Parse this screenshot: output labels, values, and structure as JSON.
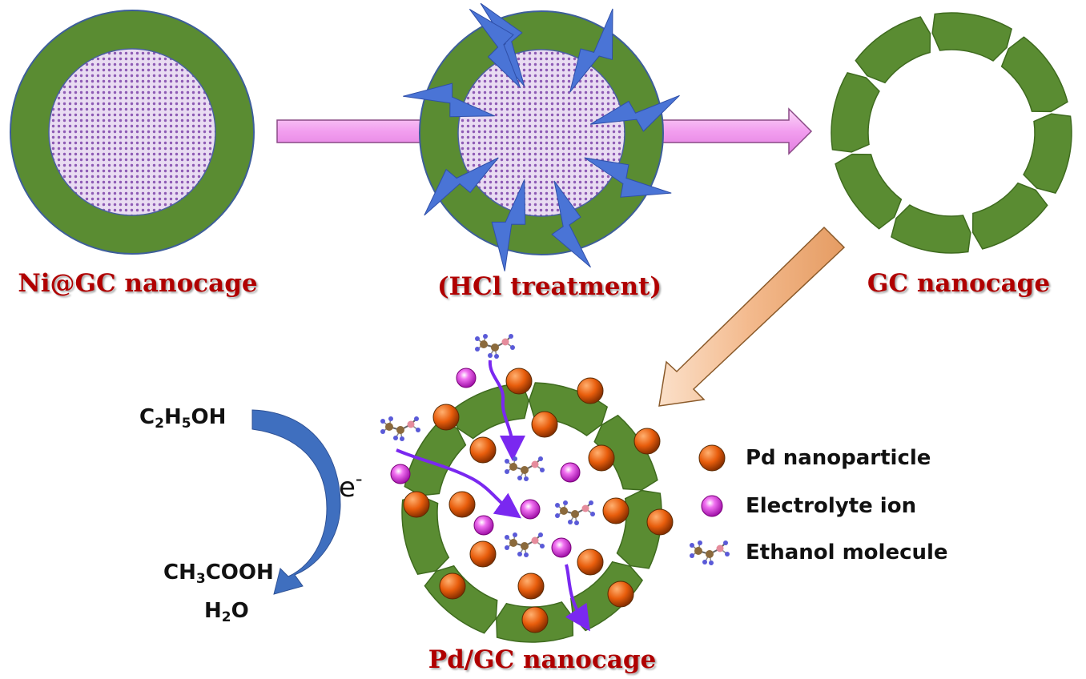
{
  "titles": {
    "step1": "Ni@GC nanocage",
    "step2": "(HCl treatment)",
    "step3": "GC nanocage",
    "step4": "Pd/GC nanocage"
  },
  "reaction": {
    "reactant": {
      "prefix": "C",
      "sub1": "2",
      "mid": "H",
      "sub2": "5",
      "suffix": "OH"
    },
    "electron": {
      "symbol": "e",
      "superscript": "-"
    },
    "product1": {
      "prefix": "CH",
      "sub": "3",
      "suffix": "COOH"
    },
    "product2": {
      "prefix": "H",
      "sub": "2",
      "suffix": "O"
    }
  },
  "legend": {
    "pd_label": "Pd nanoparticle",
    "ion_label": "Electrolyte ion",
    "ethanol_label": "Ethanol molecule"
  },
  "colors": {
    "shell_green": "#5a8c32",
    "shell_dark": "#3f6b1f",
    "core_purple": "#d8c6e6",
    "lightning_blue": "#4a74d6",
    "arrow_pink": "#f2a6ee",
    "arrow_orange": "#f3b98c",
    "curved_arrow_blue": "#3f6fbf",
    "pd_orange": "#e85d0c",
    "ion_magenta": "#c020c0",
    "path_violet": "#7a28f0",
    "title_red": "#b00000"
  }
}
